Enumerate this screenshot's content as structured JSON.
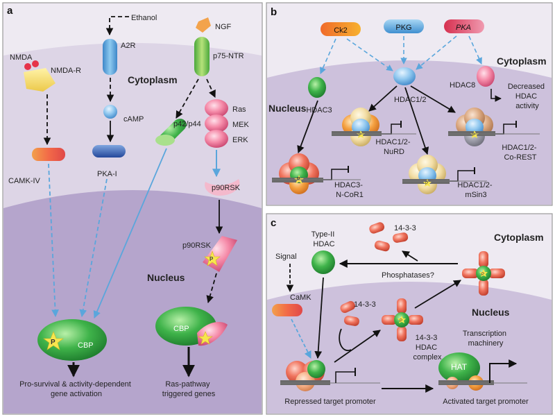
{
  "panels": {
    "a": {
      "letter": "a",
      "compartments": {
        "cytoplasm": "Cytoplasm",
        "nucleus": "Nucleus"
      },
      "labels": {
        "ethanol": "Ethanol",
        "a2r": "A2R",
        "camp": "cAMP",
        "pka1": "PKA-I",
        "ngf": "NGF",
        "p75": "p75-NTR",
        "nmda": "NMDA",
        "nmdar": "NMDA-R",
        "camk4": "CAMK-IV",
        "p4244": "p42/p44",
        "ras": "Ras",
        "mek": "MEK",
        "erk": "ERK",
        "p90rsk_cyto": "p90RSK",
        "p90rsk_nuc": "p90RSK",
        "cbp1": "CBP",
        "cbp2": "CBP",
        "p_left": "P",
        "p_right": "P"
      },
      "outcomes": {
        "left": [
          "Pro-survival &  activity-dependent",
          "gene activation"
        ],
        "right": [
          "Ras-pathway",
          "triggered genes"
        ]
      }
    },
    "b": {
      "letter": "b",
      "compartments": {
        "cytoplasm": "Cytoplasm",
        "nucleus": "Nucleus"
      },
      "kinases": {
        "ck2": "Ck2",
        "pkg": "PKG",
        "pka": "PKA"
      },
      "hdacs": {
        "hdac3": "HDAC3",
        "hdac12": "HDAC1/2",
        "hdac8": "HDAC8"
      },
      "decreased": [
        "Decreased",
        "HDAC",
        "activity"
      ],
      "complexes": {
        "nurd": [
          "HDAC1/2-",
          "NuRD"
        ],
        "corest": [
          "HDAC1/2-",
          "Co-REST"
        ],
        "ncor": [
          "HDAC3-",
          "N-CoR1"
        ],
        "msin3": [
          "HDAC1/2-",
          "mSin3"
        ]
      },
      "p": "P"
    },
    "c": {
      "letter": "c",
      "compartments": {
        "cytoplasm": "Cytoplasm",
        "nucleus": "Nucleus"
      },
      "labels": {
        "prot1433_top": "14-3-3",
        "prot1433_mid": "14-3-3",
        "type2": [
          "Type-II",
          "HDAC"
        ],
        "phosphatases": "Phosphatases?",
        "signal": "Signal",
        "camk": "CaMK",
        "complex": [
          "14-3-3",
          "HDAC",
          "complex"
        ],
        "transcription": [
          "Transcription",
          "machinery"
        ],
        "hat": "HAT",
        "repressed": "Repressed target promoter",
        "activated": "Activated target promoter",
        "p": "P"
      }
    }
  }
}
